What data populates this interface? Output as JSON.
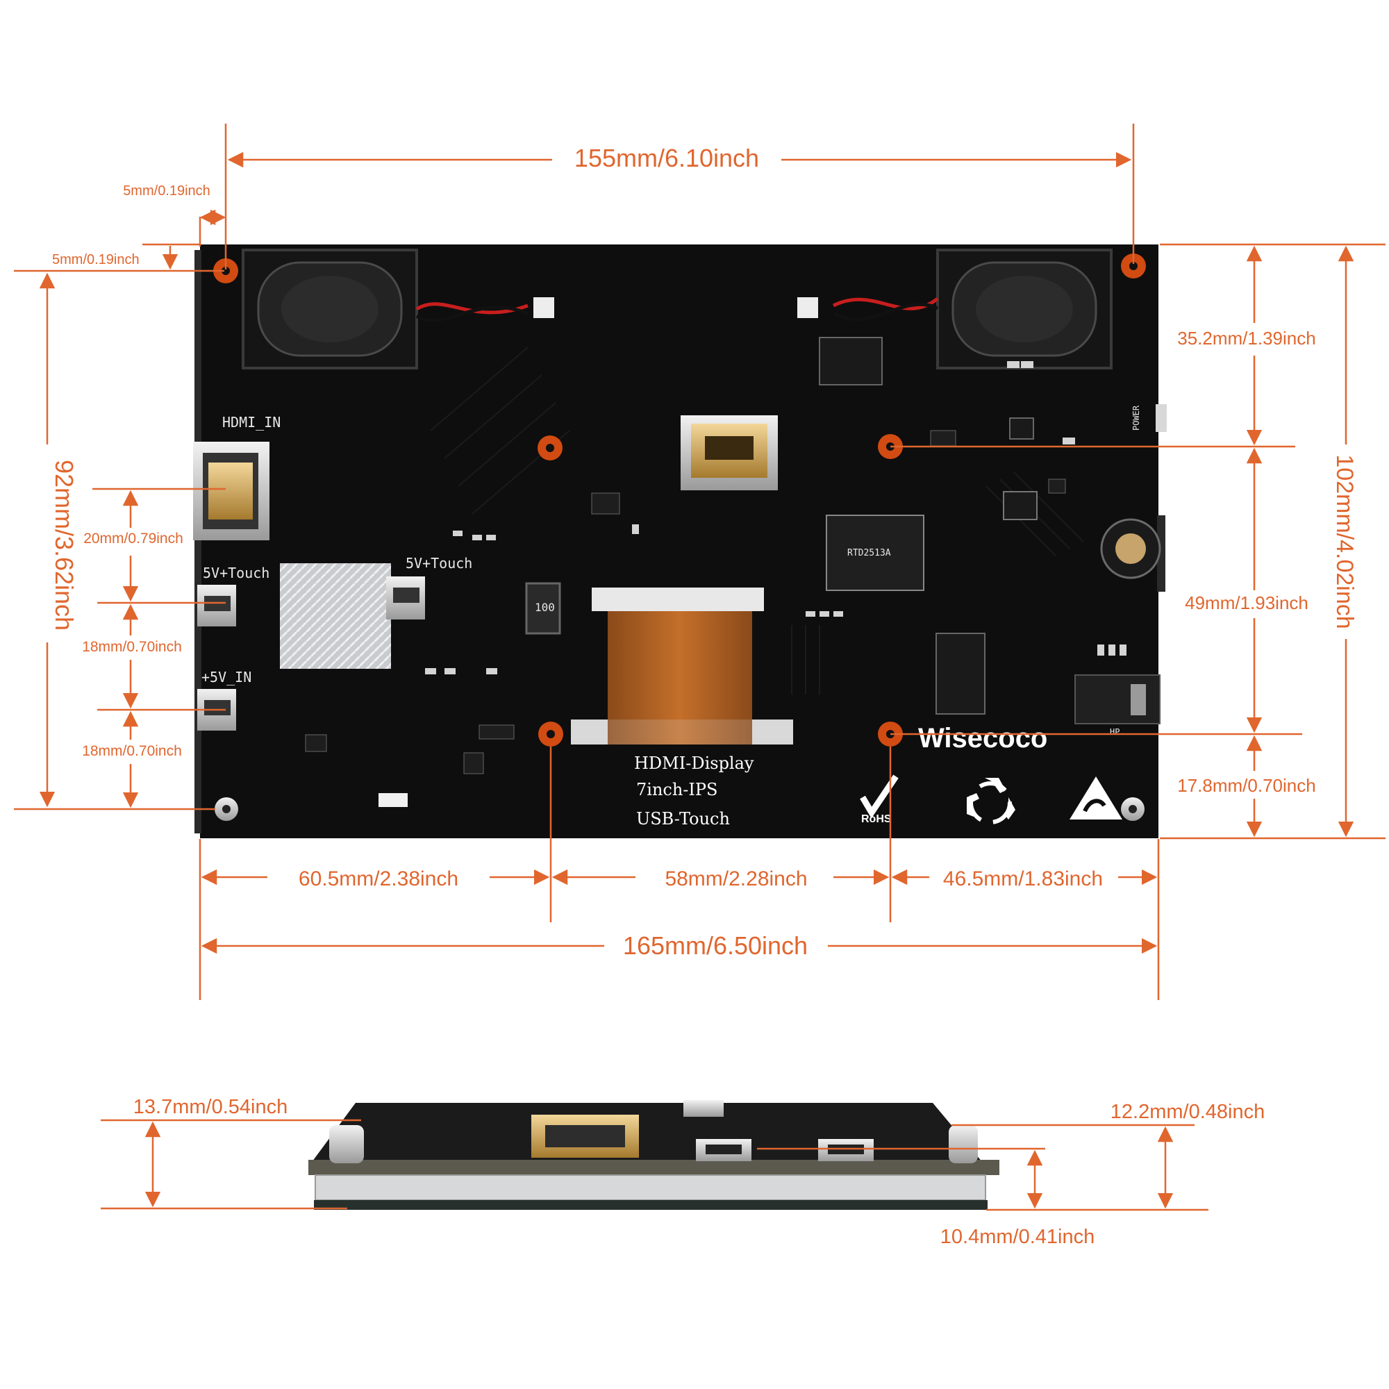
{
  "colors": {
    "dimension": "#e0662e",
    "board": "#0e0e0e",
    "silkscreen": "#e8e8e8"
  },
  "dimensions": {
    "top_holes_width": "155mm/6.10inch",
    "hole_offset_x": "5mm/0.19inch",
    "hole_offset_y": "5mm/0.19inch",
    "holes_height": "92mm/3.62inch",
    "hdmi_offset": "20mm/0.79inch",
    "touch_offset": "18mm/0.70inch",
    "power_offset": "18mm/0.70inch",
    "board_height": "102mm/4.02inch",
    "speaker_offset": "35.2mm/1.39inch",
    "mid_hole_spacing": "49mm/1.93inch",
    "bottom_offset": "17.8mm/0.70inch",
    "hole_x_left": "60.5mm/2.38inch",
    "hole_x_mid": "58mm/2.28inch",
    "hole_x_right": "46.5mm/1.83inch",
    "board_width": "165mm/6.50inch",
    "side_total_height": "13.7mm/0.54inch",
    "side_right_height": "12.2mm/0.48inch",
    "side_connector_height": "10.4mm/0.41inch"
  },
  "board": {
    "brand": "Wisecoco",
    "product_lines": [
      "HDMI-Display",
      "7inch-IPS",
      "USB-Touch"
    ],
    "port_labels": {
      "hdmi_in": "HDMI_IN",
      "touch_left": "5V+Touch",
      "touch_mid": "5V+Touch",
      "power": "+5V_IN",
      "power_button": "POWER",
      "headphone": "HP"
    },
    "certifications": [
      "RoHS"
    ],
    "chip_markings": [
      "RTD2513A"
    ]
  }
}
